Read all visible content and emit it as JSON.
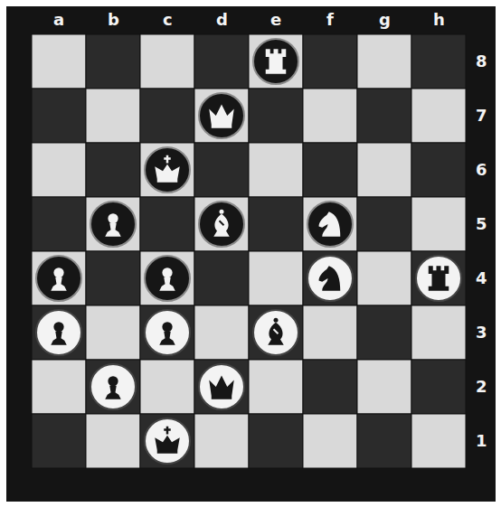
{
  "diagram": {
    "labels": [
      "a",
      "b",
      "c",
      "d",
      "e",
      "f",
      "g",
      "h",
      "8",
      "7",
      "6",
      "5",
      "4",
      "3",
      "2",
      "1"
    ]
  }
}
